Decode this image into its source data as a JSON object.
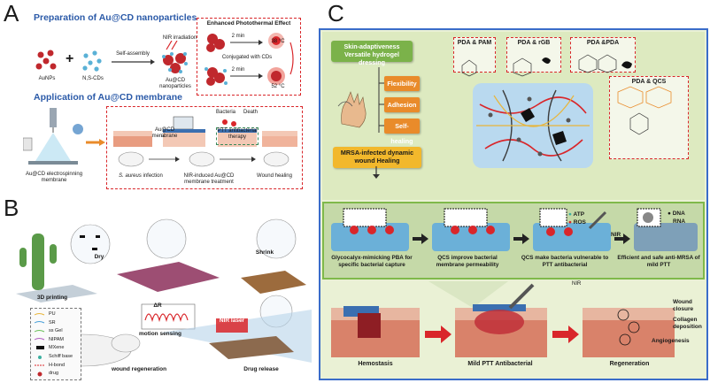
{
  "panelA": {
    "letter": "A",
    "title_prep": "Preparation of Au@CD nanoparticles",
    "label_aunps": "AuNPs",
    "plus": "+",
    "label_nscds": "N,S-CDs",
    "label_selfassembly": "Self-assembly",
    "label_nir": "NIR irradiation",
    "label_aucd_np": "Au@CD nanoparticles",
    "label_enhanced": "Enhanced Photothermal Effect",
    "label_2min_a": "2 min",
    "label_38": "38 °C",
    "label_conjugated": "Conjugated with CDs",
    "label_2min_b": "2 min",
    "label_52": "52 °C",
    "title_app": "Application of Au@CD membrane",
    "label_electrospin": "Au@CD electrospinning membrane",
    "label_aucd_membrane": "Au@CD membrane",
    "label_bacteria": "Bacteria",
    "label_death": "Death",
    "label_ptt": "PTT antibacterial therapy",
    "label_infection_italic": "S. aureus",
    "label_infection": "infection",
    "label_treatment": "NIR-induced Au@CD membrane treatment",
    "label_healing": "Wound healing"
  },
  "panelB": {
    "letter": "B",
    "label_3d": "3D printing",
    "label_dry": "Dry",
    "label_shrink": "Shrink",
    "label_delta_r": "ΔR",
    "label_motion": "motion sensing",
    "label_nir_laser": "NIR laser",
    "label_wound": "wound regeneration",
    "label_drug": "Drug release",
    "legend": [
      "PU",
      "SR",
      "ss Gel",
      "NIPAM",
      "MXene",
      "Schiff base",
      "H-bond",
      "drug"
    ]
  },
  "panelC": {
    "letter": "C",
    "green_box": "Skin-adaptiveness Versatile hydrogel dressing",
    "props": [
      "Flexibility",
      "Adhesion",
      "Self-healing"
    ],
    "yellow_box": "MRSA-infected dynamic wound Healing",
    "pda": [
      "PDA & PAM",
      "PDA & rGB",
      "PDA &PDA",
      "PDA & QCS"
    ],
    "steps": [
      "Glycocalyx-mimicking PBA for specific bacterial capture",
      "QCS improve bacterial membrane permeability",
      "QCS make bacteria vulnerable to PTT antibacterial",
      "Efficient and safe anti-MRSA of mild PTT"
    ],
    "atp": "ATP",
    "ros": "ROS",
    "dna": "DNA",
    "rna": "RNA",
    "nir_mid": "NIR",
    "nir_bottom": "NIR",
    "stages": [
      "Hemostasis",
      "Mild PTT Antibacterial",
      "Regeneration"
    ],
    "regen_labels": [
      "Wound closure",
      "Collagen deposition",
      "Angiogenesis"
    ]
  },
  "colors": {
    "blue_title": "#2b5aa8",
    "red_dashed": "#d9262a",
    "frame_blue": "#3a6cc9",
    "green": "#7bb24a",
    "orange": "#e98b2a",
    "yellow": "#f2b82c"
  }
}
